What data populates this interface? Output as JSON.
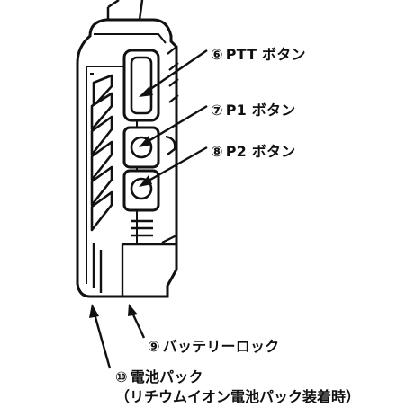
{
  "figure": {
    "colors": {
      "ink": "#111111",
      "body_fill": "#ffffff",
      "background": "#ffffff"
    },
    "callouts": [
      {
        "number": "⑥",
        "text": "PTT ボタン"
      },
      {
        "number": "⑦",
        "text": "P1 ボタン"
      },
      {
        "number": "⑧",
        "text": "P2 ボタン"
      },
      {
        "number": "⑨",
        "text": "バッテリーロック"
      },
      {
        "number": "⑩",
        "text": "電池パック",
        "subtext": "（リチウムイオン電池パック装着時）"
      }
    ]
  }
}
